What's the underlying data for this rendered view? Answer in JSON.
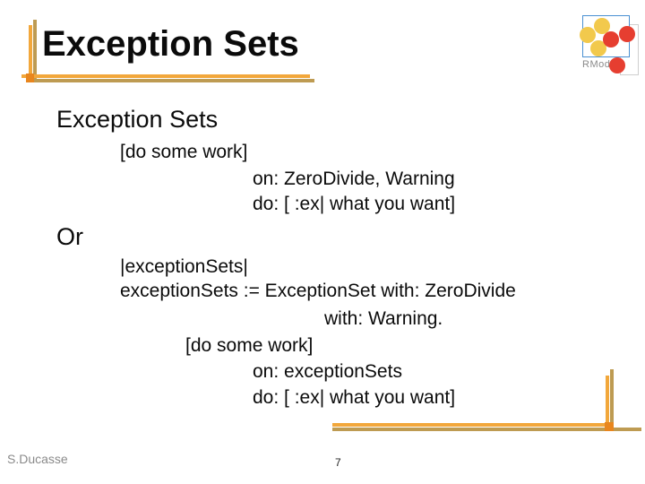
{
  "slide": {
    "title": "Exception Sets",
    "footer": "S.Ducasse",
    "page_number": "7"
  },
  "logo": {
    "label": "RMod"
  },
  "body": {
    "heading": "Exception Sets",
    "or_label": "Or",
    "block1": [
      "[do some work]",
      "on: ZeroDivide, Warning",
      "do: [ :ex| what you want]"
    ],
    "block2": [
      "|exceptionSets|",
      "exceptionSets := ExceptionSet with: ZeroDivide",
      "with: Warning.",
      "[do some work]",
      "on: exceptionSets",
      "do: [ :ex| what you want]"
    ]
  },
  "colors": {
    "decor_orange": "#F2A73B",
    "decor_tan": "#BE9B52",
    "decor_cross": "#E8861E",
    "logo_yellow": "#F2C94C",
    "logo_red": "#E63E30",
    "logo_border_blue": "#4A90D2",
    "footer_gray": "#8A8A8A",
    "text_black": "#0B0B0B"
  }
}
